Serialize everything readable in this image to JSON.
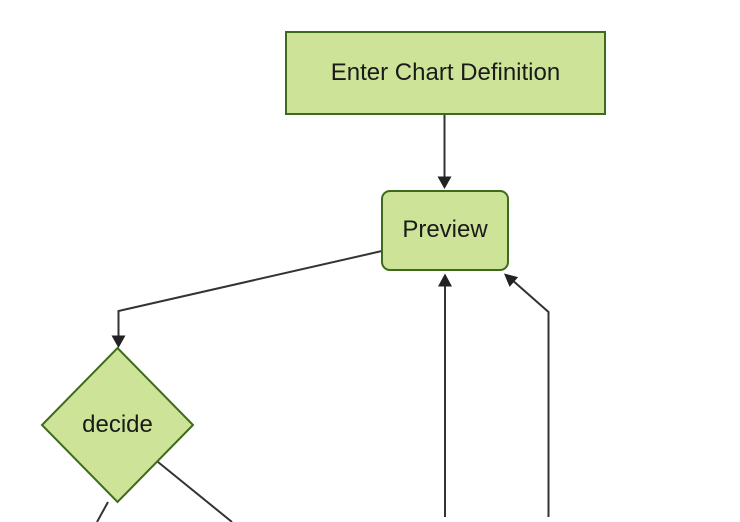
{
  "diagram": {
    "type": "flowchart",
    "background": "#ffffff",
    "colors": {
      "node_fill": "#cde498",
      "node_border": "#3e6a1c",
      "edge_line": "#333333",
      "arrowhead": "#222222",
      "label_text": "#1a1a1a"
    },
    "nodes": [
      {
        "id": "enter-chart-definition",
        "label": "Enter Chart Definition",
        "shape": "rectangle"
      },
      {
        "id": "preview",
        "label": "Preview",
        "shape": "rounded-rectangle"
      },
      {
        "id": "decide",
        "label": "decide",
        "shape": "diamond"
      }
    ],
    "edges": [
      {
        "from": "enter-chart-definition",
        "to": "preview",
        "arrow": true
      },
      {
        "from": "preview",
        "to": "decide",
        "arrow": true
      },
      {
        "from": "offscreen-bottom",
        "to": "preview",
        "arrow": true
      },
      {
        "from": "offscreen-bottom-right",
        "to": "preview",
        "arrow": true
      },
      {
        "from": "decide",
        "to": "offscreen-bottom-left",
        "arrow": false
      },
      {
        "from": "decide",
        "to": "offscreen-bottom-right",
        "arrow": false
      }
    ]
  }
}
